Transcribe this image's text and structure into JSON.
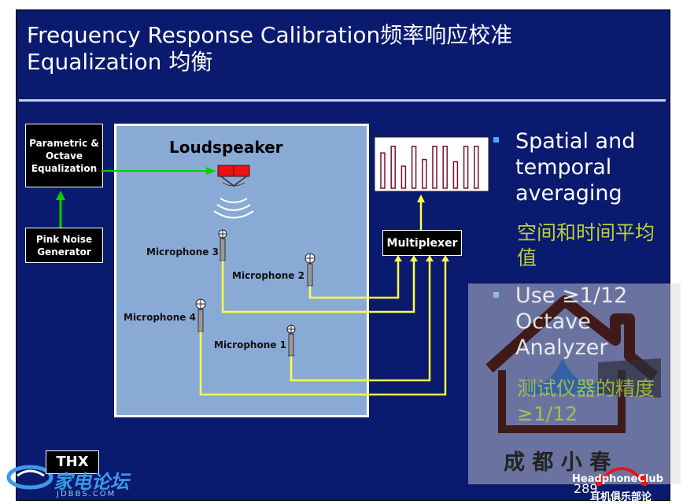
{
  "slide": {
    "title_line1": "Frequency Response Calibration频率响应校准",
    "title_line2": "Equalization 均衡",
    "page_number": "289"
  },
  "diagram": {
    "eq_box": "Parametric & Octave Equalization",
    "noise_box": "Pink Noise Generator",
    "loudspeaker": "Loudspeaker",
    "multiplexer": "Multiplexer",
    "mic1": "Microphone 1",
    "mic2": "Microphone 2",
    "mic3": "Microphone 3",
    "mic4": "Microphone 4",
    "spectrum_levels": [
      0.8,
      0.95,
      0.5,
      0.95,
      0.65,
      0.95,
      0.95,
      0.6,
      0.95,
      0.95
    ]
  },
  "bullets": {
    "b1": "Spatial and temporal averaging",
    "b1_cn": "空间和时间平均值",
    "b2": "Use ≥1/12 Octave Analyzer",
    "b2_cn": "测试仪器的精度≥1/12"
  },
  "watermarks": {
    "jdbbs_cn": "家电论坛",
    "jdbbs_en": "JDBBS.COM",
    "chengdu": "成 都 小 春",
    "headphone_en": "HeadphoneClub",
    "headphone_cn": "耳机俱乐部论",
    "thx": "THX"
  },
  "colors": {
    "background": "#0a1a6e",
    "signal": "#ffff44",
    "green": "#00d000",
    "cn_text": "#b8cf3a"
  }
}
